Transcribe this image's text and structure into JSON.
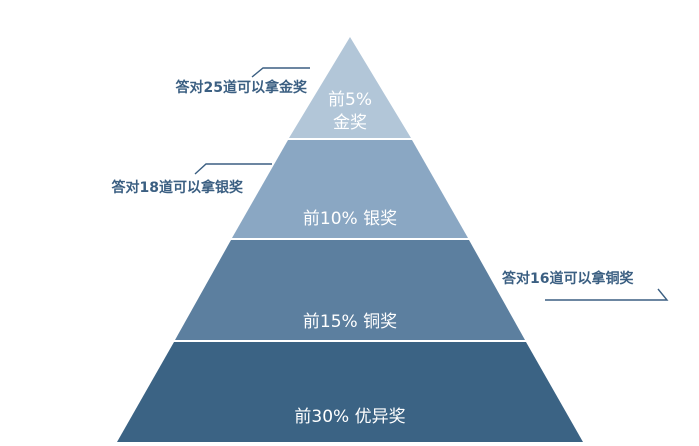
{
  "tiers": [
    {
      "line1": "前5%",
      "line2": "金奖",
      "color": "#b2c6d8"
    },
    {
      "label": "前10% 银奖",
      "color": "#8aa7c3"
    },
    {
      "label": "前15% 铜奖",
      "color": "#5c7f9f"
    },
    {
      "label": "前30% 优异奖",
      "color": "#3b6384"
    }
  ],
  "callouts": {
    "gold": "答对25道可以拿金奖",
    "silver": "答对18道可以拿银奖",
    "bronze": "答对16道可以拿铜奖"
  }
}
